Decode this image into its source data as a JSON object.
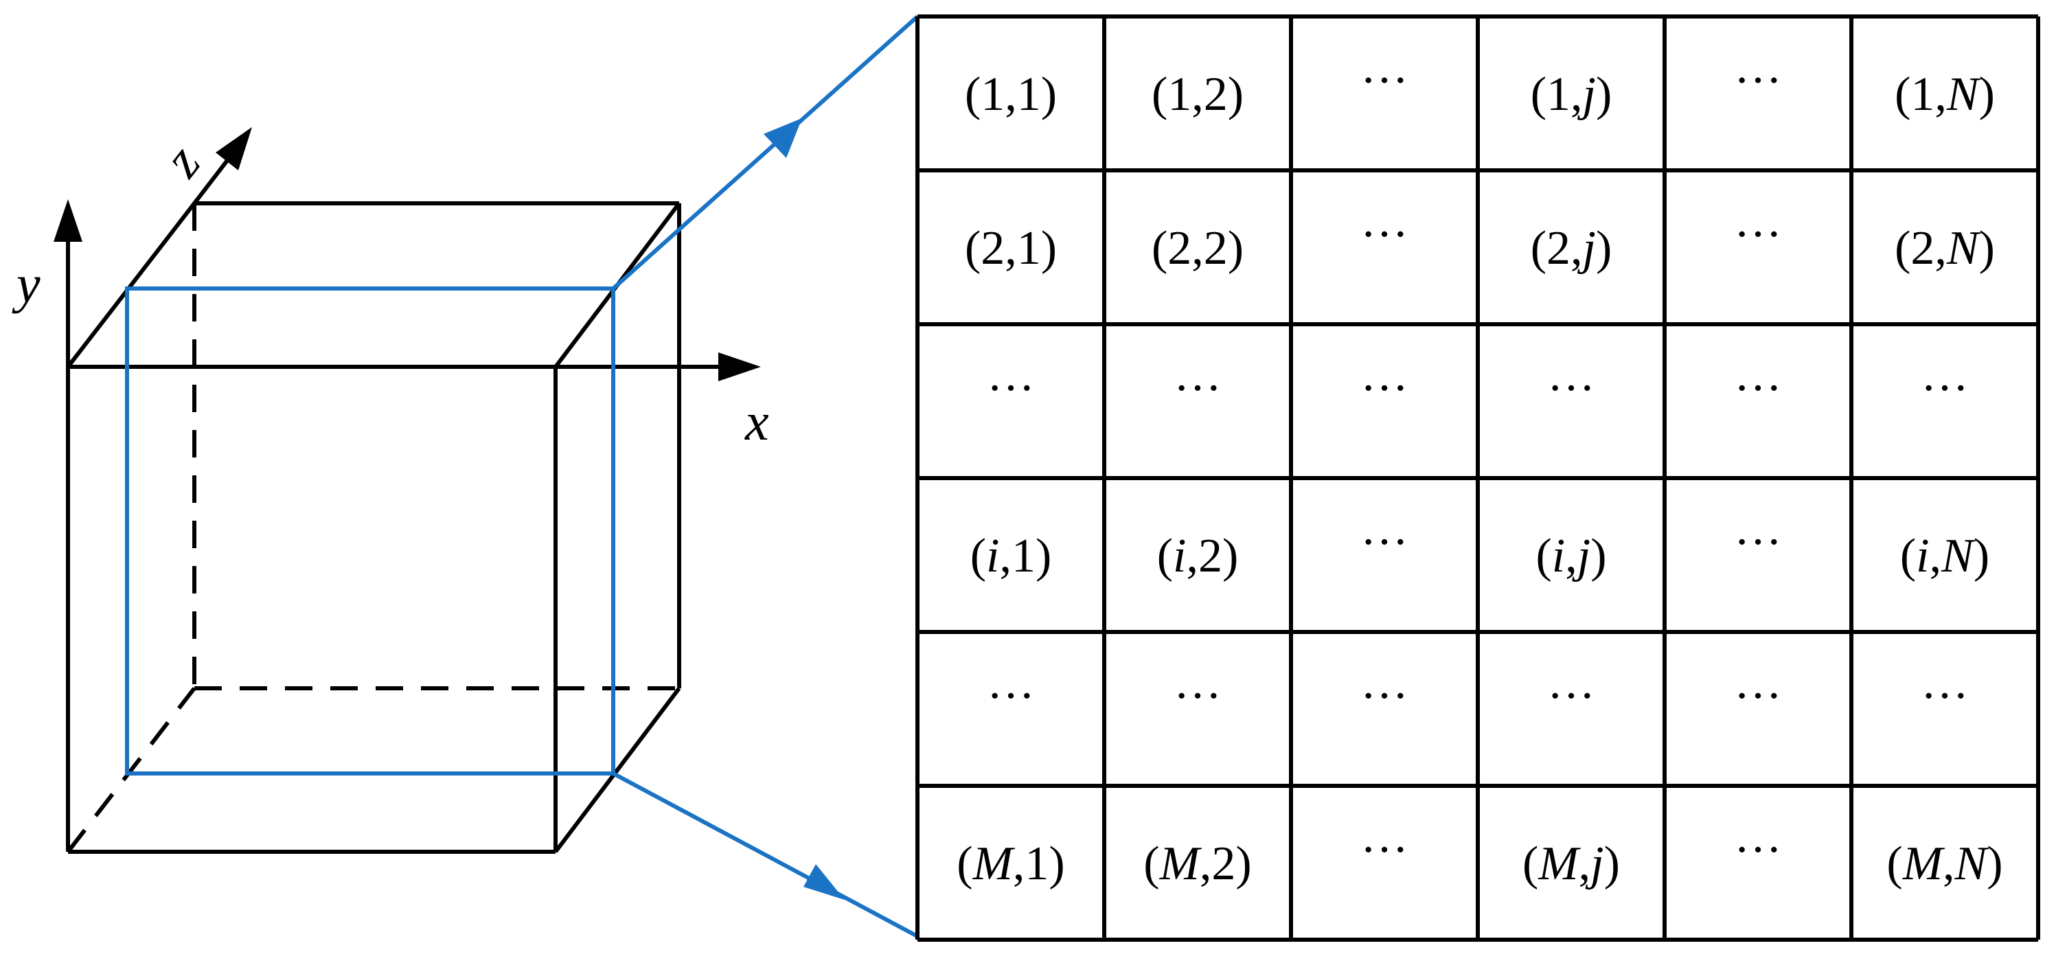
{
  "colors": {
    "line": "#000000",
    "highlight": "#1a73c4"
  },
  "axes": {
    "x": {
      "label": "x"
    },
    "y": {
      "label": "y"
    },
    "z": {
      "label": "z"
    }
  },
  "grid": {
    "rows": [
      [
        {
          "open": "(",
          "a": "1",
          "sep": ",",
          "b": "1",
          "close": ")",
          "ia": false,
          "ib": false
        },
        {
          "open": "(",
          "a": "1",
          "sep": ",",
          "b": "2",
          "close": ")",
          "ia": false,
          "ib": false
        },
        {
          "dots": "···"
        },
        {
          "open": "(",
          "a": "1",
          "sep": ",",
          "b": "j",
          "close": ")",
          "ia": false,
          "ib": true
        },
        {
          "dots": "···"
        },
        {
          "open": "(",
          "a": "1",
          "sep": ",",
          "b": "N",
          "close": ")",
          "ia": false,
          "ib": true
        }
      ],
      [
        {
          "open": "(",
          "a": "2",
          "sep": ",",
          "b": "1",
          "close": ")",
          "ia": false,
          "ib": false
        },
        {
          "open": "(",
          "a": "2",
          "sep": ",",
          "b": "2",
          "close": ")",
          "ia": false,
          "ib": false
        },
        {
          "dots": "···"
        },
        {
          "open": "(",
          "a": "2",
          "sep": ",",
          "b": "j",
          "close": ")",
          "ia": false,
          "ib": true
        },
        {
          "dots": "···"
        },
        {
          "open": "(",
          "a": "2",
          "sep": ",",
          "b": "N",
          "close": ")",
          "ia": false,
          "ib": true
        }
      ],
      [
        {
          "dots": "···"
        },
        {
          "dots": "···"
        },
        {
          "dots": "···"
        },
        {
          "dots": "···"
        },
        {
          "dots": "···"
        },
        {
          "dots": "···"
        }
      ],
      [
        {
          "open": "(",
          "a": "i",
          "sep": ",",
          "b": "1",
          "close": ")",
          "ia": true,
          "ib": false
        },
        {
          "open": "(",
          "a": "i",
          "sep": ",",
          "b": "2",
          "close": ")",
          "ia": true,
          "ib": false
        },
        {
          "dots": "···"
        },
        {
          "open": "(",
          "a": "i",
          "sep": ",",
          "b": "j",
          "close": ")",
          "ia": true,
          "ib": true
        },
        {
          "dots": "···"
        },
        {
          "open": "(",
          "a": "i",
          "sep": ",",
          "b": "N",
          "close": ")",
          "ia": true,
          "ib": true
        }
      ],
      [
        {
          "dots": "···"
        },
        {
          "dots": "···"
        },
        {
          "dots": "···"
        },
        {
          "dots": "···"
        },
        {
          "dots": "···"
        },
        {
          "dots": "···"
        }
      ],
      [
        {
          "open": "(",
          "a": "M",
          "sep": ",",
          "b": "1",
          "close": ")",
          "ia": true,
          "ib": false
        },
        {
          "open": "(",
          "a": "M",
          "sep": ",",
          "b": "2",
          "close": ")",
          "ia": true,
          "ib": false
        },
        {
          "dots": "···"
        },
        {
          "open": "(",
          "a": "M",
          "sep": ",",
          "b": "j",
          "close": ")",
          "ia": true,
          "ib": true
        },
        {
          "dots": "···"
        },
        {
          "open": "(",
          "a": "M",
          "sep": ",",
          "b": "N",
          "close": ")",
          "ia": true,
          "ib": true
        }
      ]
    ]
  }
}
